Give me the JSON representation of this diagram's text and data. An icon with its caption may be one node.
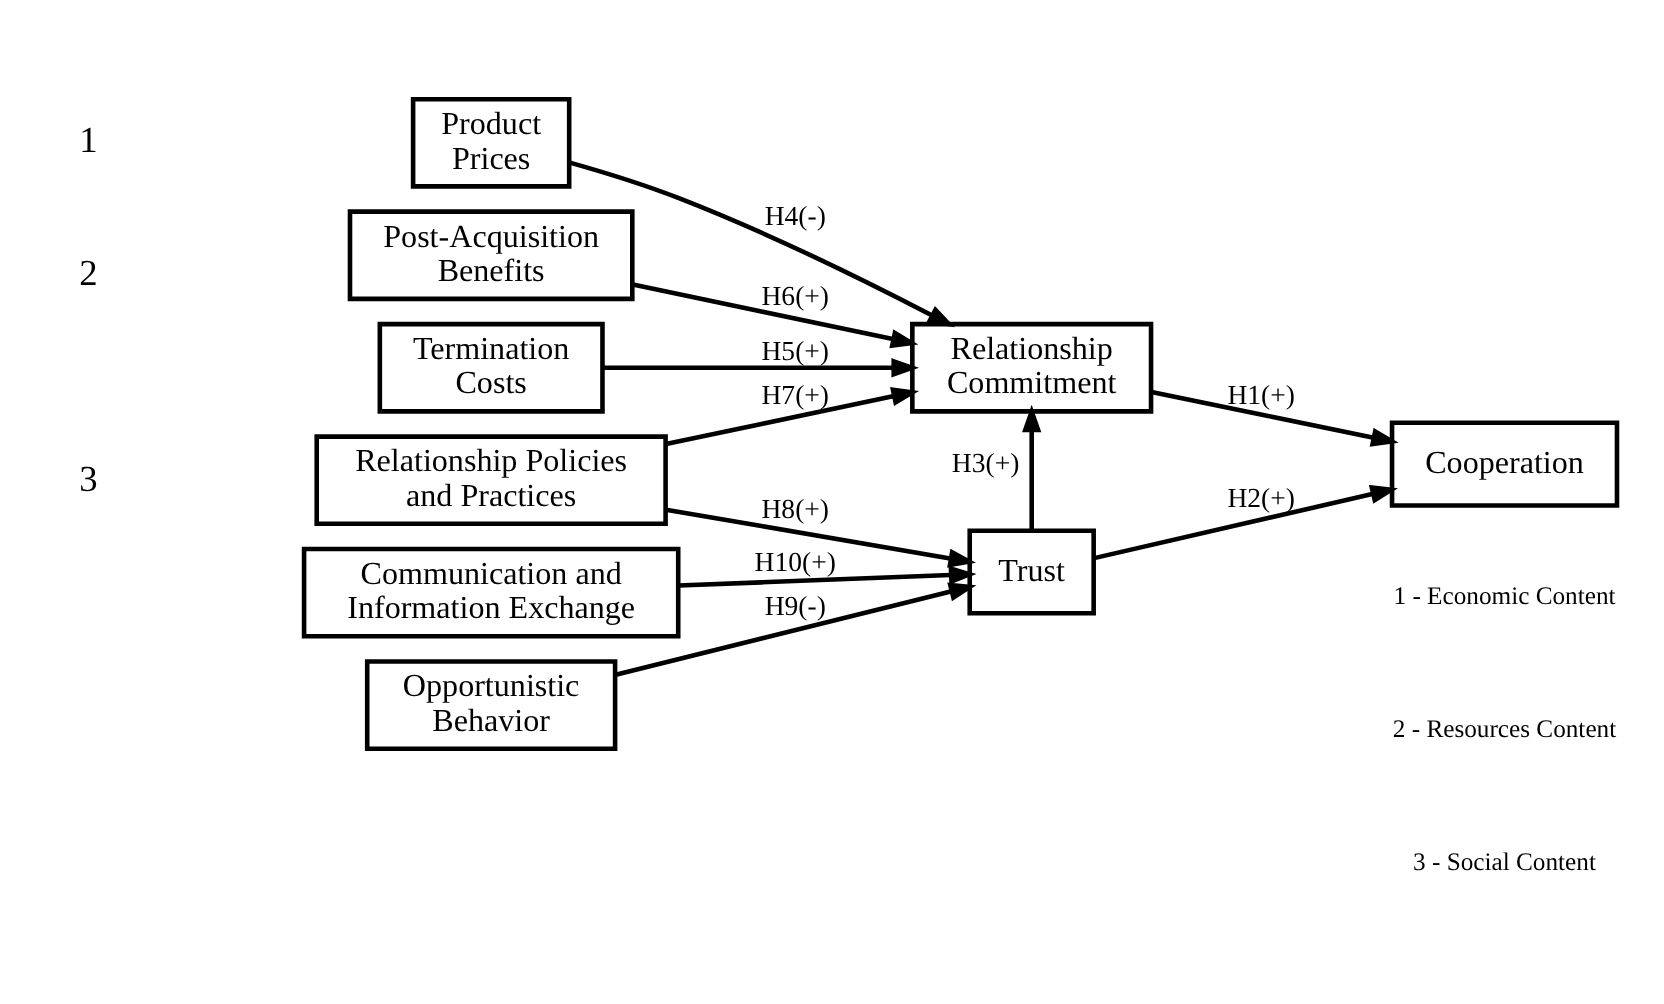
{
  "diagram": {
    "nodes": [
      {
        "text": [
          "Product Prices"
        ]
      },
      {
        "text": [
          "Termination Costs"
        ]
      },
      {
        "text": [
          "Post-Acquisition Benefits"
        ]
      },
      {
        "text": [
          "Relationship Policies and Practices"
        ]
      },
      {
        "text": [
          "Opportunistic Behavior"
        ]
      },
      {
        "text": [
          "Communication and Information Exchange"
        ]
      },
      {
        "text": [
          "Relationship Commitment"
        ]
      },
      {
        "text": [
          "Trust"
        ]
      },
      {
        "text": [
          "Cooperation"
        ]
      }
    ],
    "edges": [
      {
        "from": 0,
        "to": 6,
        "arrow": "to",
        "label": "H4(-)"
      },
      {
        "from": 1,
        "to": 6,
        "arrow": "to",
        "label": "H5(+)"
      },
      {
        "from": 2,
        "to": 6,
        "arrow": "to",
        "label": "H6(+)"
      },
      {
        "from": 3,
        "to": 6,
        "arrow": "to",
        "label": "H7(+)"
      },
      {
        "from": 3,
        "to": 7,
        "arrow": "to",
        "label": "H8(+)"
      },
      {
        "from": 4,
        "to": 7,
        "arrow": "to",
        "label": "H9(-)"
      },
      {
        "from": 5,
        "to": 7,
        "arrow": "to",
        "label": "H10(+)"
      },
      {
        "from": 7,
        "to": 6,
        "arrow": "to",
        "label": "H3(+)"
      },
      {
        "from": 6,
        "to": 8,
        "arrow": "to",
        "label": "H1(+)"
      },
      {
        "from": 7,
        "to": 8,
        "arrow": "to",
        "label": "H2(+)"
      }
    ],
    "labels": [
      "1",
      "2",
      "3",
      "1 - Economic Content",
      "2 - Resources Content",
      "3 - Social Content"
    ]
  }
}
